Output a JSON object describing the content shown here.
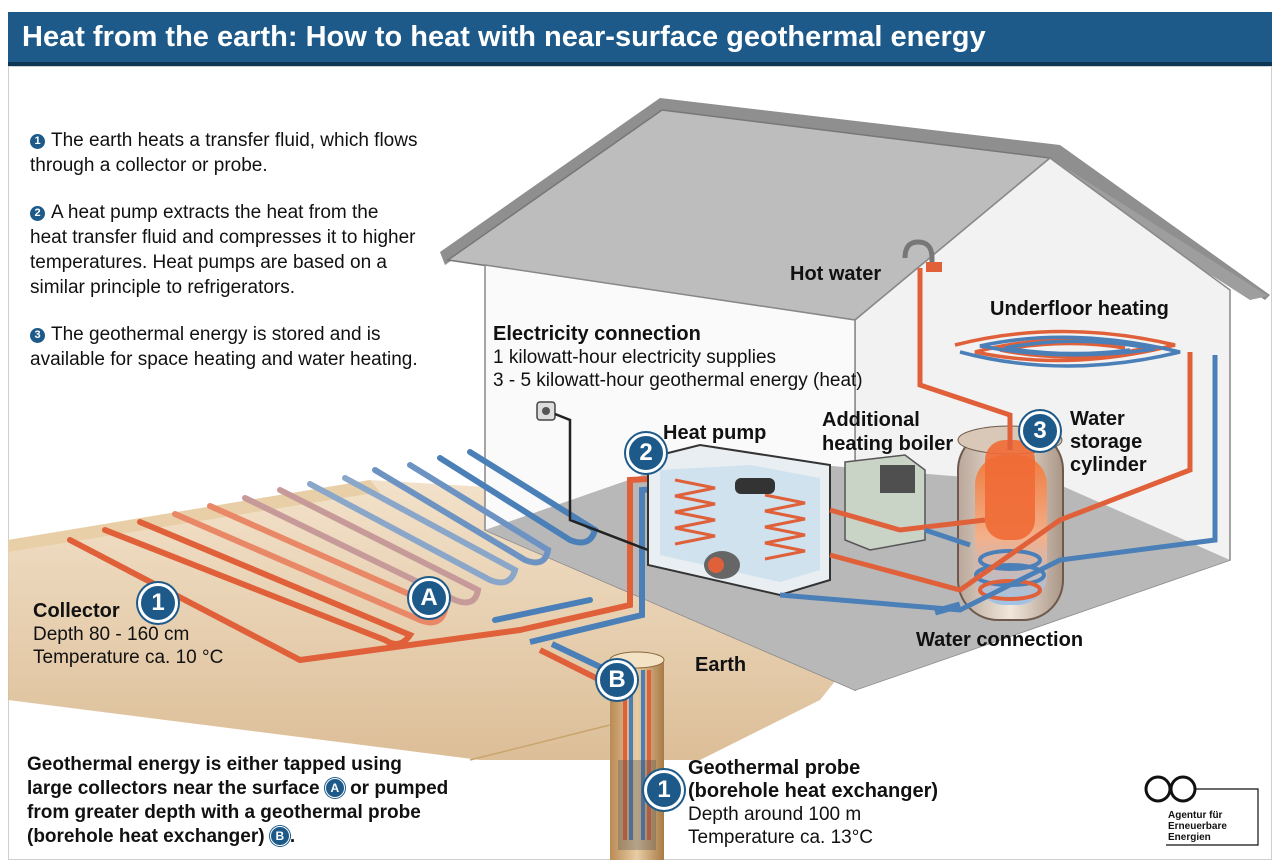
{
  "header": {
    "title": "Heat from the earth: How to heat with near-surface geothermal energy"
  },
  "intro": [
    {
      "num": "1",
      "line1": "The earth heats a transfer fluid, which flows",
      "line2": "through a collector or probe."
    },
    {
      "num": "2",
      "line1": "A heat pump extracts the heat from the",
      "line2": "heat transfer fluid and compresses it to higher",
      "line3": "temperatures. Heat pumps are based on a",
      "line4": "similar principle to refrigerators."
    },
    {
      "num": "3",
      "line1": "The geothermal energy is stored and is",
      "line2": "available for space heating and water heating."
    }
  ],
  "labels": {
    "electricity_title": "Electricity connection",
    "electricity_line1": "1 kilowatt-hour electricity supplies",
    "electricity_line2": "3 - 5 kilowatt-hour geothermal energy (heat)",
    "hot_water": "Hot water",
    "underfloor": "Underfloor heating",
    "heat_pump": "Heat pump",
    "boiler_line1": "Additional",
    "boiler_line2": "heating boiler",
    "storage_line1": "Water",
    "storage_line2": "storage",
    "storage_line3": "cylinder",
    "water_connection": "Water connection",
    "earth": "Earth",
    "collector_title": "Collector",
    "collector_depth": "Depth 80 - 160 cm",
    "collector_temp": "Temperature ca. 10 °C",
    "probe_title1": "Geothermal probe",
    "probe_title2": "(borehole heat exchanger)",
    "probe_depth": "Depth around 100 m",
    "probe_temp": "Temperature ca. 13°C",
    "bottom_line1": "Geothermal energy is either tapped using",
    "bottom_line2a": "large collectors near the surface",
    "bottom_line2b": "or pumped",
    "bottom_line3": "from greater depth with a geothermal probe",
    "bottom_line4": "(borehole heat exchanger)",
    "bottom_end": "."
  },
  "badges": {
    "one": "1",
    "two": "2",
    "three": "3",
    "a": "A",
    "b": "B"
  },
  "logo": {
    "line1": "Agentur für",
    "line2": "Erneuerbare",
    "line3": "Energien"
  },
  "colors": {
    "title_bg": "#1d5a8a",
    "hot_pipe": "#e0603a",
    "cold_pipe": "#4a7fb8",
    "earth": "#d9b98a"
  }
}
